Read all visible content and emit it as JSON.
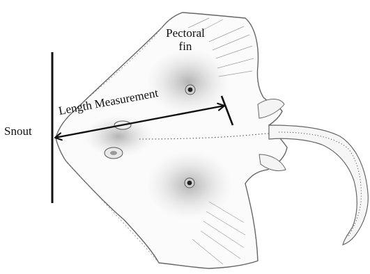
{
  "labels": {
    "pectoral_line1": "Pectoral",
    "pectoral_line2": "fin",
    "snout": "Snout",
    "length": "Length Measurement"
  },
  "colors": {
    "ink": "#111111",
    "sketch": "#6e6e6e",
    "shade": "#9a9a9a",
    "background": "#ffffff"
  },
  "illustration": {
    "subject": "stingray-sketch",
    "measurement_marker": "double-headed-arrow"
  }
}
